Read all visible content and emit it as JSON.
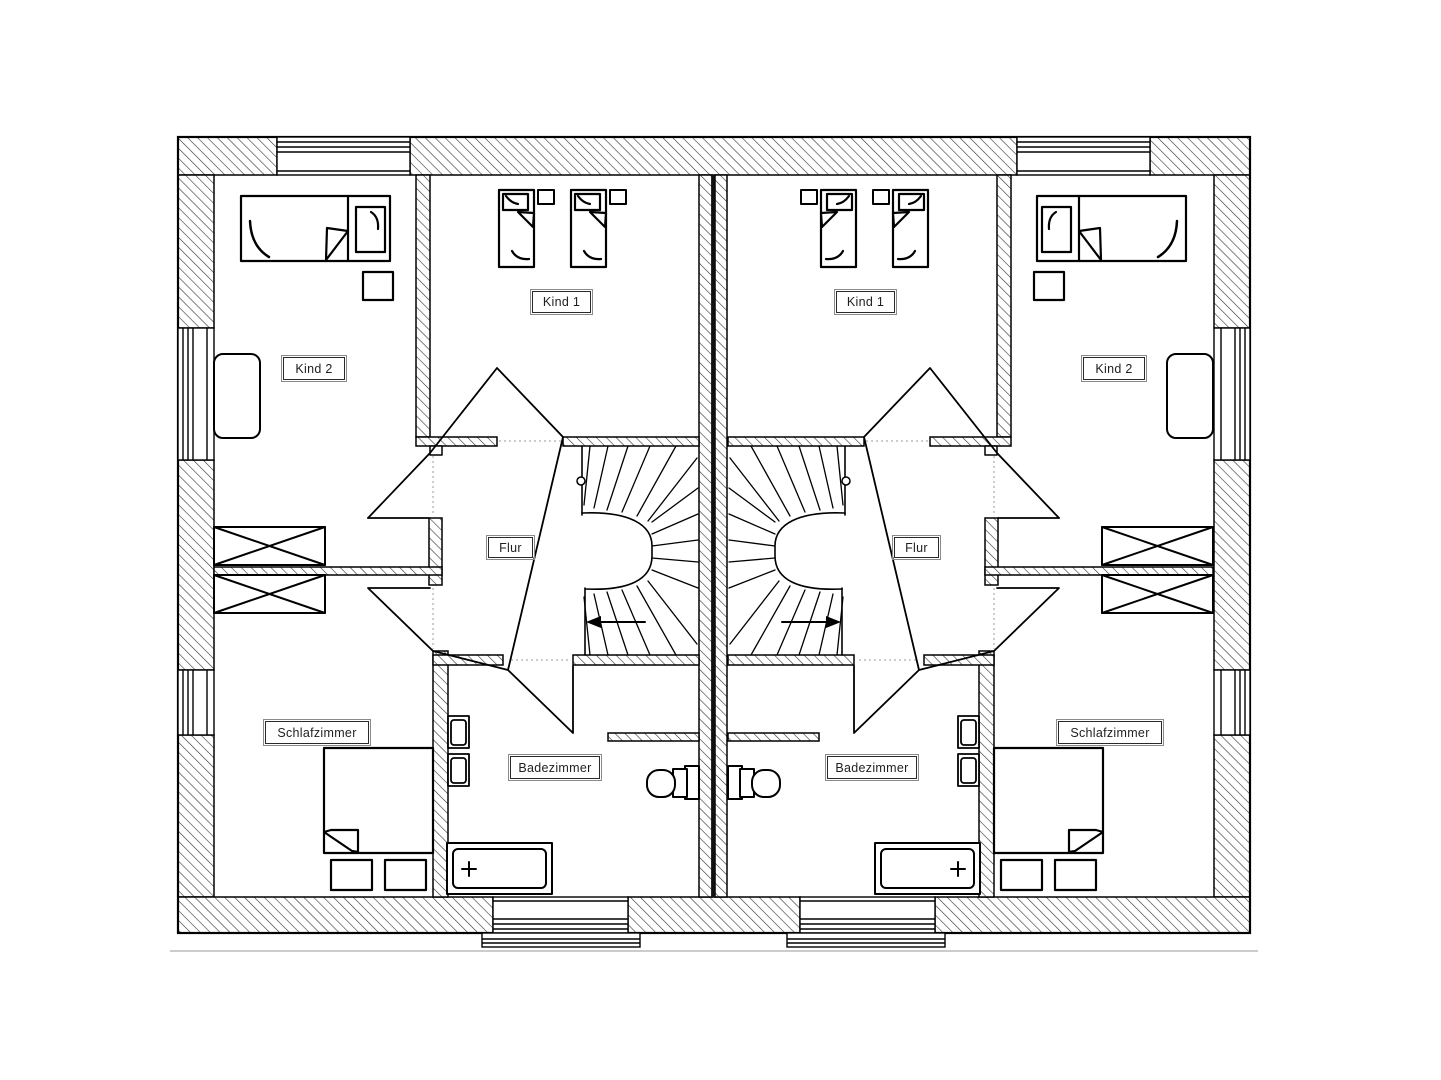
{
  "page": {
    "background_color": "#ffffff",
    "line_color": "#000000",
    "muted_line_color": "#9a9a9a",
    "ground_line_color": "#bbbbbb"
  },
  "floor_plan": {
    "kind": "architectural floor plan, upper storey of a mirrored semi-detached house (two identical units)",
    "units": [
      {
        "side": "left",
        "rooms": [
          "Kind 1",
          "Kind 2",
          "Flur",
          "Schlafzimmer",
          "Badezimmer"
        ]
      },
      {
        "side": "right",
        "rooms": [
          "Kind 1",
          "Kind 2",
          "Flur",
          "Schlafzimmer",
          "Badezimmer"
        ]
      }
    ],
    "features": [
      "winder staircase per unit",
      "built-in wardrobes",
      "bathtub",
      "double washbasin",
      "toilet",
      "beds",
      "windows in all outer walls"
    ]
  },
  "labels": {
    "left": {
      "kind1": "Kind 1",
      "kind2": "Kind 2",
      "flur": "Flur",
      "schlafzimmer": "Schlafzimmer",
      "badezimmer": "Badezimmer"
    },
    "right": {
      "kind1": "Kind 1",
      "kind2": "Kind 2",
      "flur": "Flur",
      "schlafzimmer": "Schlafzimmer",
      "badezimmer": "Badezimmer"
    }
  }
}
